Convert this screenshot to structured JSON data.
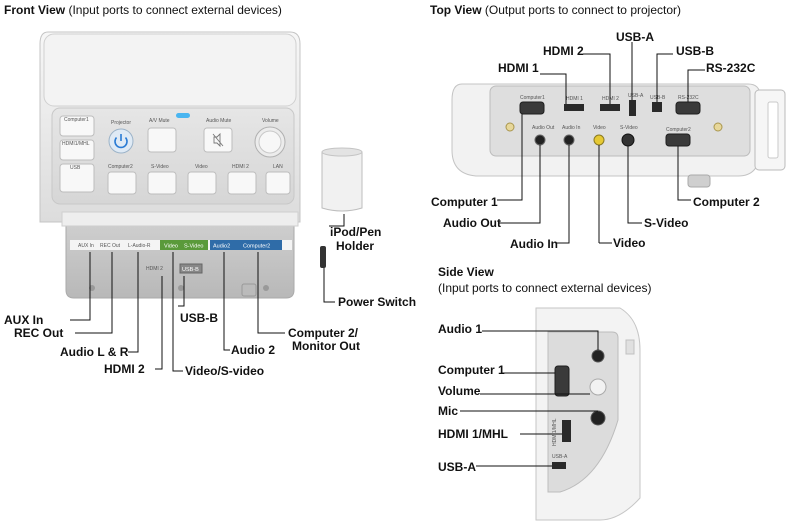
{
  "front": {
    "title": "Front View",
    "subtitle": "(Input ports to connect external devices)",
    "labels": {
      "aux_in": "AUX In",
      "rec_out": "REC Out",
      "audio_lr": "Audio L & R",
      "hdmi2": "HDMI 2",
      "video_svideo": "Video/S-video",
      "usb_b": "USB-B",
      "audio2": "Audio 2",
      "computer2_l1": "Computer 2/",
      "computer2_l2": "Monitor Out",
      "ipod_l1": "iPod/Pen",
      "ipod_l2": "Holder",
      "power_switch": "Power Switch"
    },
    "panel": {
      "btn_computer1": "Computer1",
      "btn_hdmi_mhl": "HDMI1/MHL",
      "btn_usb": "USB",
      "btn_projector": "Projector",
      "btn_av_mute": "A/V Mute",
      "btn_audio_mute": "Audio Mute",
      "btn_volume": "Volume",
      "btn_computer2": "Computer2",
      "btn_svideo": "S-Video",
      "btn_video": "Video",
      "btn_hdmi2": "HDMI 2",
      "btn_lan": "LAN",
      "strip_aux": "AUX In",
      "strip_rec": "REC Out",
      "strip_lr": "L-Audio-R",
      "strip_video": "Video",
      "strip_svideo": "S-Video",
      "strip_audio2": "Audio2",
      "strip_computer2": "Computer2",
      "port_hdmi2": "HDMI 2",
      "port_usb": "USB-B"
    }
  },
  "top": {
    "title": "Top View",
    "subtitle": "(Output ports to connect to projector)",
    "labels": {
      "hdmi2": "HDMI 2",
      "usb_a": "USB-A",
      "usb_b": "USB-B",
      "hdmi1": "HDMI 1",
      "rs232c": "RS-232C",
      "computer1": "Computer 1",
      "audio_out": "Audio Out",
      "audio_in": "Audio In",
      "video": "Video",
      "svideo": "S-Video",
      "computer2": "Computer 2"
    },
    "panel": {
      "computer1": "Computer1",
      "hdmi1": "HDMI 1",
      "hdmi2": "HDMI 2",
      "usb_a": "USB-A",
      "usb_b": "USB-B",
      "rs232c": "RS-232C",
      "audio_out": "Audio Out",
      "audio_in": "Audio In",
      "video": "Video",
      "svideo": "S-Video",
      "computer2": "Computer2"
    }
  },
  "side": {
    "title": "Side View",
    "subtitle": "(Input ports to connect external devices)",
    "labels": {
      "audio1": "Audio 1",
      "computer1": "Computer 1",
      "volume": "Volume",
      "mic": "Mic",
      "hdmi1_mhl": "HDMI 1/MHL",
      "usb_a": "USB-A"
    },
    "panel": {
      "hdmi_mhl": "HDMI1/MHL",
      "usb_a": "USB-A"
    }
  }
}
